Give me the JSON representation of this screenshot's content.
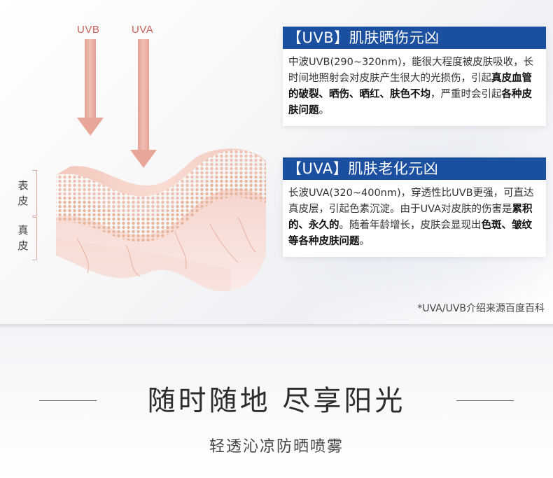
{
  "rays": {
    "uvb_label": "UVB",
    "uva_label": "UVA"
  },
  "skin_layers": {
    "epidermis_top": "表",
    "epidermis_bottom": "皮",
    "dermis_top": "真",
    "dermis_bottom": "皮"
  },
  "uvb_box": {
    "title": "【UVB】肌肤晒伤元凶",
    "text_1": "中波UVB(290~320nm)，能很大程度被皮肤吸收，长时间地照射会对皮肤产生很大的光损伤，引起",
    "bold_1": "真皮血管的破裂、晒伤、晒红、肤色不均",
    "text_2": "，严重时会引起",
    "bold_2": "各种皮肤问题",
    "text_3": "。"
  },
  "uva_box": {
    "title": "【UVA】肌肤老化元凶",
    "text_1": "长波UVA(320~400nm)，穿透性比UVB更强，可直达真皮层，引起色素沉淀。由于UVA对皮肤的伤害是",
    "bold_1": "累积的、永久的",
    "text_2": "。随着年龄增长，皮肤会显现出",
    "bold_2": "色斑、皱纹等各种皮肤问题",
    "text_3": "。"
  },
  "footnote": "*UVA/UVB介绍来源百度百科",
  "slogan": "随时随地 尽享阳光",
  "subtitle": "轻透沁凉防晒喷雾",
  "colors": {
    "accent_blue": "#1b4fa0",
    "ray_color": "#e4a195"
  }
}
